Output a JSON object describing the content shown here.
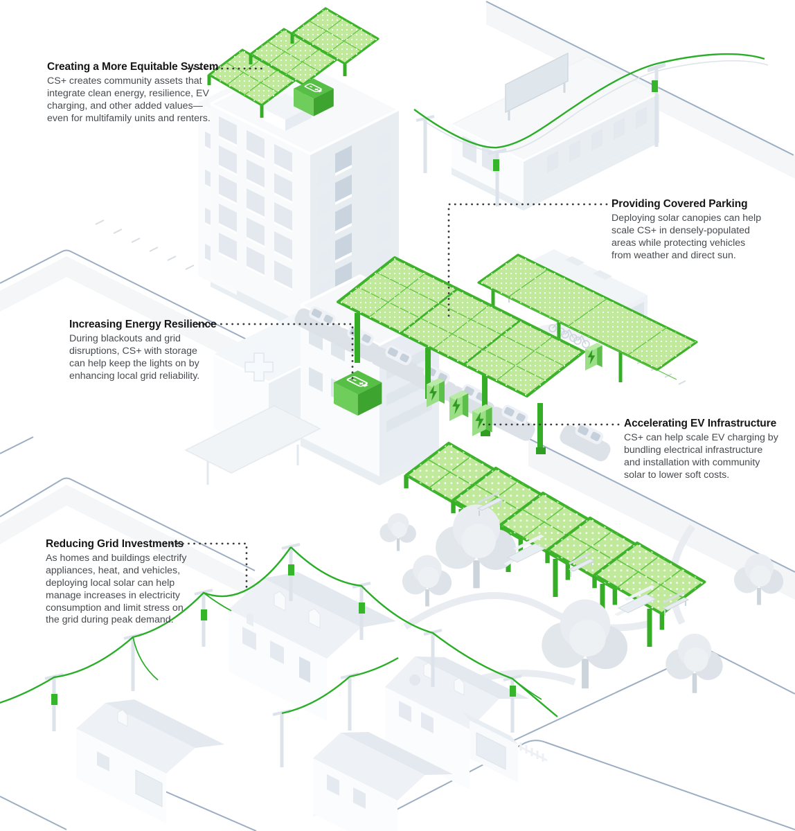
{
  "callouts": [
    {
      "id": "equitable-system",
      "title": "Creating a More Equitable System",
      "body_lines": [
        "CS+ creates community assets that",
        "integrate clean energy, resilience, EV",
        "charging, and other added values—",
        "even for multifamily units and renters."
      ]
    },
    {
      "id": "covered-parking",
      "title": "Providing Covered Parking",
      "body_lines": [
        "Deploying solar canopies can help",
        "scale CS+ in densely-populated",
        "areas while protecting vehicles",
        "from weather and direct sun."
      ]
    },
    {
      "id": "energy-resilience",
      "title": "Increasing Energy Resilience",
      "body_lines": [
        "During blackouts and grid",
        "disruptions, CS+ with storage",
        "can help keep the lights on by",
        "enhancing local grid reliability."
      ]
    },
    {
      "id": "ev-infrastructure",
      "title": "Accelerating EV Infrastructure",
      "body_lines": [
        "CS+ can help scale EV charging by",
        "bundling electrical infrastructure",
        "and installation with community",
        "solar to lower soft costs."
      ]
    },
    {
      "id": "grid-investments",
      "title": "Reducing Grid Investments",
      "body_lines": [
        "As homes and buildings electrify",
        "appliances, heat, and vehicles,",
        "deploying local solar can help",
        "manage increases in electricity",
        "consumption and limit stress on",
        "the grid during peak demand."
      ]
    }
  ],
  "colors": {
    "solar_frame_green": "#3cb32a",
    "solar_panel_light_green": "#c0e99c",
    "battery_green": "#57bf45",
    "wire_green": "#2aae28",
    "ev_bolt_dark_green": "#2e9b22",
    "road_edge_blue_gray": "#8ba0b8",
    "building_white": "#ffffff",
    "building_shade_gray": "#e8edf2",
    "leader_dot_gray": "#3a3a3a",
    "title_text": "#161616",
    "body_text": "#474b4f"
  },
  "scene": {
    "elements": [
      "apartment-building",
      "rooftop-solar-canopy",
      "battery-storage-icon",
      "commercial-building",
      "power-lines",
      "utility-poles",
      "hospital-building",
      "hospital-cross-icon",
      "solar-parking-canopy",
      "parked-cars",
      "ev-charger-lightning-icons",
      "bus",
      "bus-stop-solar-canopy",
      "bicycle-parking",
      "bench",
      "park-solar-canopies",
      "trees",
      "picnic-tables",
      "houses",
      "residential-power-lines"
    ]
  }
}
